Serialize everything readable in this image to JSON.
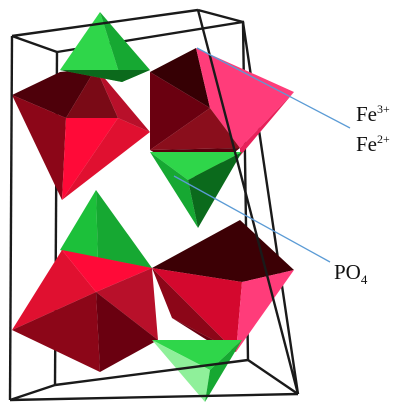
{
  "labels": {
    "fe3": {
      "element": "Fe",
      "charge": "3+"
    },
    "fe2": {
      "element": "Fe",
      "charge": "2+"
    },
    "po4": {
      "base": "PO",
      "subscript": "4"
    }
  },
  "colors": {
    "unit_cell_edges": "#1a1a1a",
    "leader_lines": "#5b9bd5",
    "iron_octahedra": [
      "#ff0a38",
      "#e01030",
      "#b8102a",
      "#6a0010",
      "#360004",
      "#ff3c7a"
    ],
    "phosphate_tetrahedra": [
      "#2fd64a",
      "#16a832",
      "#0b6a1c",
      "#8ff09a"
    ]
  }
}
